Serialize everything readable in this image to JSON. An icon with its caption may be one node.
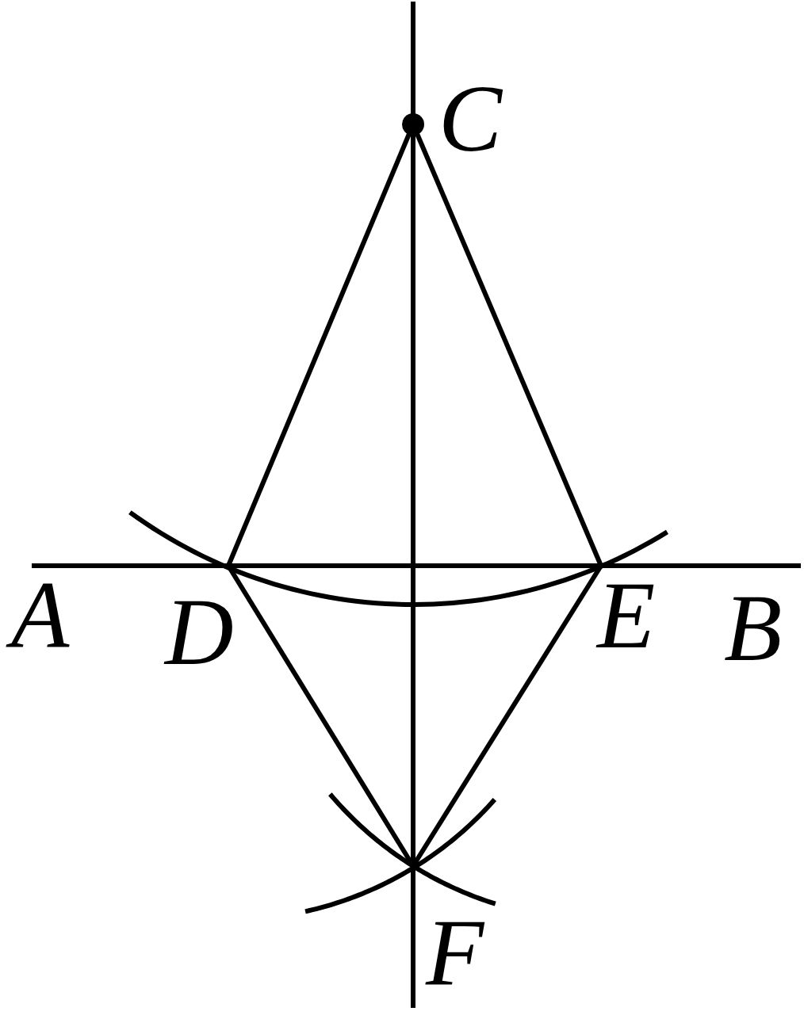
{
  "diagram": {
    "labels": [
      "C",
      "A",
      "D",
      "E",
      "B",
      "F"
    ]
  }
}
